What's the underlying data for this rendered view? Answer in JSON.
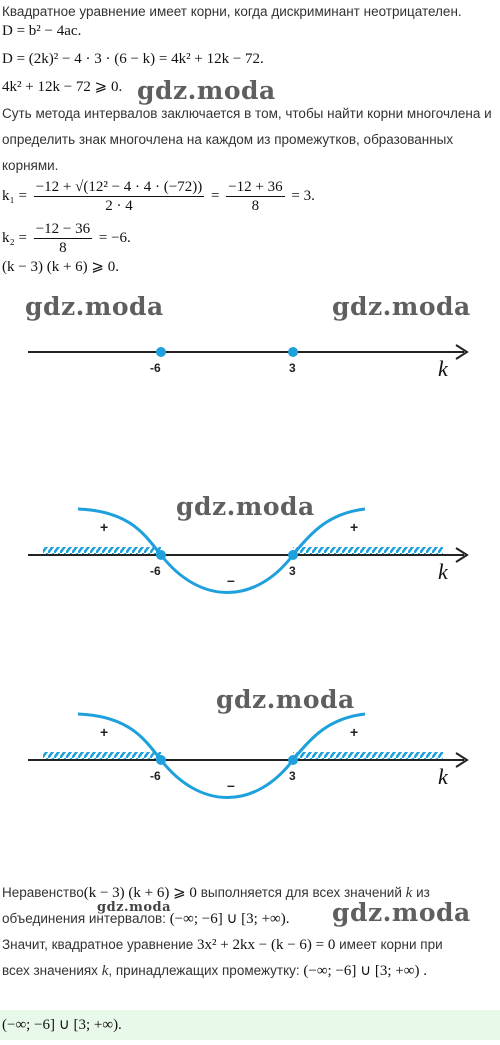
{
  "text": {
    "line1": "Квадратное уравнение имеет корни, когда дискриминант неотрицателен.",
    "disc_formula": "D = b² − 4ac.",
    "disc_calc": "D = (2k)² − 4 · 3 · (6 − k) = 4k² + 12k − 72.",
    "ineq": "4k² + 12k − 72 ⩾ 0.",
    "method1": "Суть метода интервалов заключается в том, чтобы найти корни многочлена и",
    "method2": "определить знак многочлена на каждом из промежутков, образованных",
    "method3": "корнями.",
    "k1_lhs": "k₁ =",
    "k1_num": "−12 + √(12² − 4 · 4 · (−72))",
    "k1_den": "2 · 4",
    "k1_eq": "=",
    "k1_num2": "−12 + 36",
    "k1_den2": "8",
    "k1_res": "= 3.",
    "k2_lhs": "k₂ =",
    "k2_num": "−12 − 36",
    "k2_den": "8",
    "k2_res": "= −6.",
    "factored": "(k − 3) (k + 6) ⩾ 0.",
    "concl1_a": "Неравенство",
    "concl1_math": "(k − 3) (k + 6) ⩾ 0",
    "concl1_b": "выполняется для всех значений",
    "concl1_k": "k",
    "concl1_c": "из",
    "concl2_a": "объединения интервалов:",
    "concl2_math": "(−∞; −6] ∪ [3; +∞).",
    "concl3_a": "Значит, квадратное уравнение",
    "concl3_math": "3x² + 2kx − (k − 6) = 0",
    "concl3_b": "имеет корни при",
    "concl4_a": "всех значениях",
    "concl4_k": "k",
    "concl4_b": ", принадлежащих промежутку:",
    "concl4_math": "(−∞; −6] ∪ [3; +∞) .",
    "answer": "(−∞; −6] ∪ [3; +∞)."
  },
  "watermark": "gdz.moda",
  "figures": {
    "axis_label": "k",
    "point_left": "-6",
    "point_right": "3",
    "sign_plus": "+",
    "sign_minus": "–"
  },
  "colors": {
    "accent": "#1ea0dc",
    "axis": "#222222",
    "answer_bg": "#e9f9e9"
  }
}
